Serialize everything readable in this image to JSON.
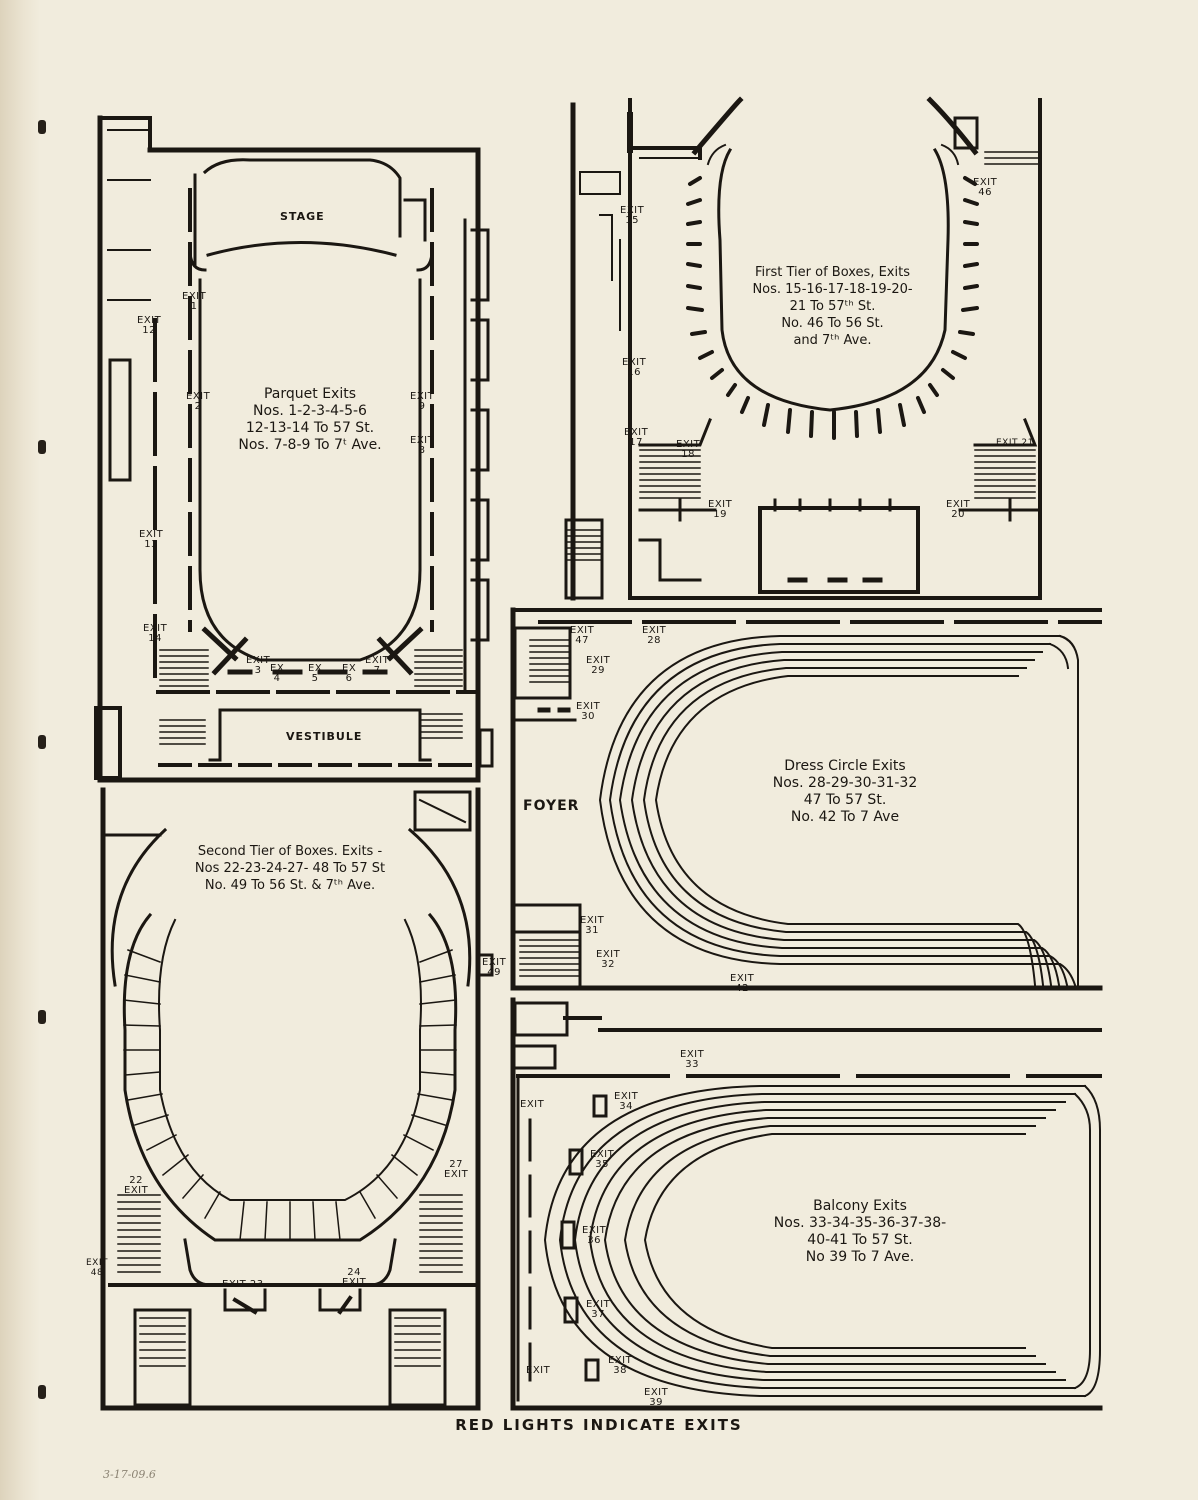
{
  "footer": "RED LIGHTS INDICATE EXITS",
  "handwritten_note": "3-17-09.6",
  "parquet": {
    "caption": "Parquet Exits\nNos. 1-2-3-4-5-6\n12-13-14 To 57 St.\nNos. 7-8-9 To 7ᵗ Ave.",
    "rooms": {
      "stage": "STAGE",
      "vestibule": "VESTIBULE"
    },
    "exits": {
      "e1": "EXIT\n1",
      "e2": "EXIT\n2",
      "e3": "EXIT\n3",
      "e4": "EX\n4",
      "e5": "EX\n5",
      "e6": "EX\n6",
      "e7": "EXIT\n7",
      "e8": "EXIT\n8",
      "e9": "EXIT\n9",
      "e12": "EXIT\n12",
      "e13": "EXIT\n13",
      "e14": "EXIT\n14"
    }
  },
  "first_tier": {
    "caption": "First Tier of Boxes, Exits\nNos. 15-16-17-18-19-20-\n21 To 57ᵗʰ St.\nNo. 46 To 56 St.\nand 7ᵗʰ Ave.",
    "exits": {
      "e15": "EXIT\n15",
      "e16": "EXIT\n16",
      "e17": "EXIT\n17",
      "e18": "EXIT\n18",
      "e19": "EXIT\n19",
      "e20": "EXIT\n20",
      "e21": "EXIT 21",
      "e46": "EXIT\n46"
    }
  },
  "dress_circle": {
    "caption": "Dress Circle Exits\nNos. 28-29-30-31-32\n47 To 57 St.\nNo. 42 To 7 Ave",
    "rooms": {
      "foyer": "FOYER"
    },
    "exits": {
      "e47": "EXIT\n47",
      "e28": "EXIT\n28",
      "e29": "EXIT\n29",
      "e30": "EXIT\n30",
      "e31": "EXIT\n31",
      "e32": "EXIT\n32",
      "e42": "EXIT\n42"
    }
  },
  "second_tier": {
    "caption": "Second Tier of Boxes. Exits -\nNos 22-23-24-27- 48 To 57 St\nNo. 49 To 56 St. & 7ᵗʰ Ave.",
    "exits": {
      "e22": "22\nEXIT",
      "e23": "EXIT 23",
      "e24": "24\nEXIT",
      "e27": "27\nEXIT",
      "e48": "EXIT\n48",
      "e49": "EXIT\n49"
    }
  },
  "balcony": {
    "caption": "Balcony Exits\nNos. 33-34-35-36-37-38-\n40-41 To 57 St.\nNo 39 To 7 Ave.",
    "exits": {
      "e33": "EXIT\n33",
      "e34": "EXIT\n34",
      "e35": "EXIT\n35",
      "e36": "EXIT\n36",
      "e37": "EXIT\n37",
      "e38": "EXIT\n38",
      "e39": "EXIT\n39",
      "e40": "EXIT",
      "e41": "EXIT"
    }
  }
}
